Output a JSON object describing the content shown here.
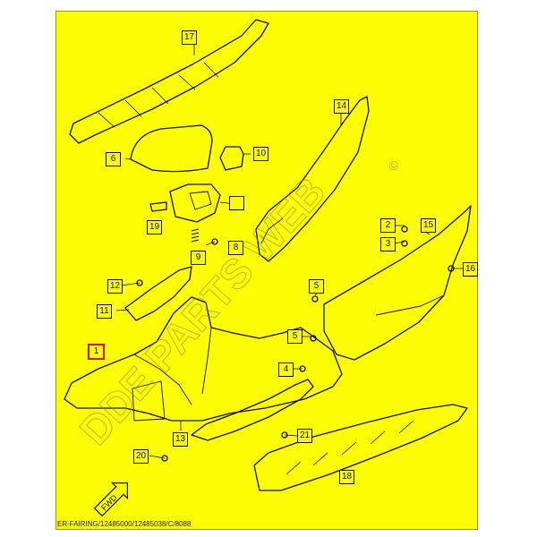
{
  "labels": {
    "l1": "1",
    "l2": "2",
    "l3": "3",
    "l4": "4",
    "l5a": "5",
    "l5b": "5",
    "l6": "6",
    "l8": "8",
    "l9": "9",
    "l10": "10",
    "l11": "11",
    "l12": "12",
    "l13": "13",
    "l14": "14",
    "l15": "15",
    "l16": "16",
    "l17": "17",
    "l18": "18",
    "l19": "19",
    "l20": "20",
    "l21": "21"
  },
  "watermark": "DDE PARTS WEB",
  "watermark_mark": "©",
  "fwd": "FWD",
  "footer": "ER-FAIRING/12485000/12485038/C/8088",
  "colors": {
    "background": "#fcfc05",
    "highlight": "#d01818",
    "line": "#111111"
  }
}
